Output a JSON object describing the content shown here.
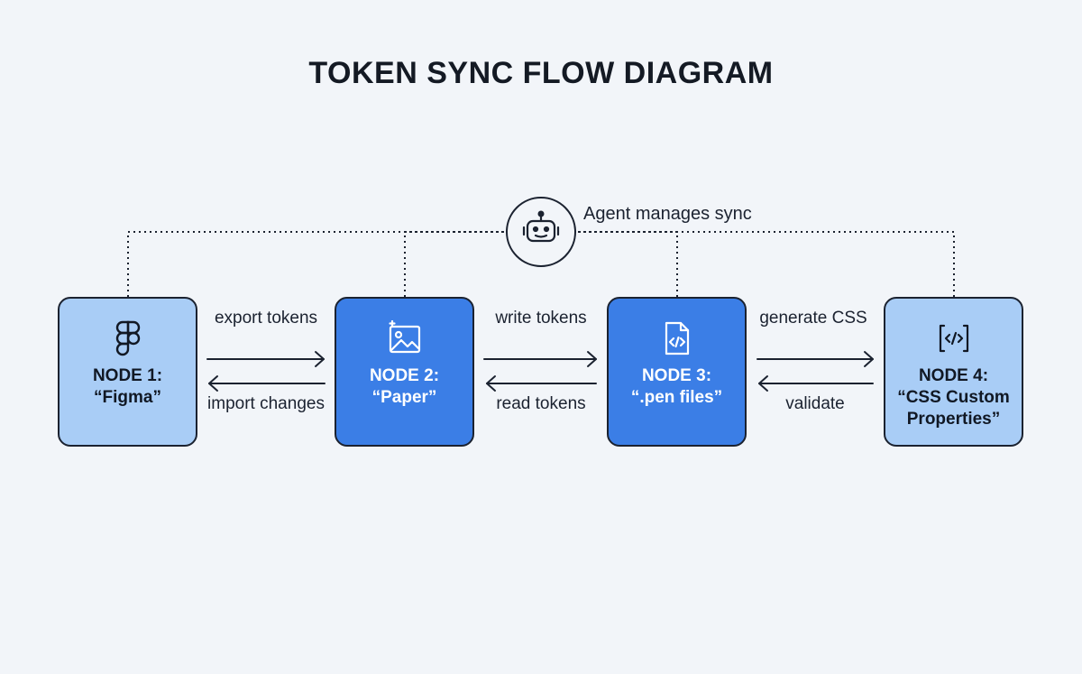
{
  "title": "TOKEN SYNC FLOW DIAGRAM",
  "agent": {
    "label": "Agent manages sync",
    "icon": "robot-icon"
  },
  "nodes": [
    {
      "name": "NODE 1:",
      "sub": "“Figma”",
      "icon": "figma-icon",
      "style": "light"
    },
    {
      "name": "NODE 2:",
      "sub": "“Paper”",
      "icon": "image-icon",
      "style": "dark"
    },
    {
      "name": "NODE 3:",
      "sub": "“.pen files”",
      "icon": "code-file-icon",
      "style": "dark"
    },
    {
      "name": "NODE 4:",
      "sub": "“CSS Custom Properties”",
      "icon": "code-brackets-icon",
      "style": "light"
    }
  ],
  "edges": [
    {
      "forward": "export tokens",
      "backward": "import changes"
    },
    {
      "forward": "write tokens",
      "backward": "read tokens"
    },
    {
      "forward": "generate CSS",
      "backward": "validate"
    }
  ],
  "colors": {
    "light_node": "#a9cdf6",
    "dark_node": "#3b7ee6",
    "outline": "#1b2230",
    "background": "#f2f5f9"
  }
}
